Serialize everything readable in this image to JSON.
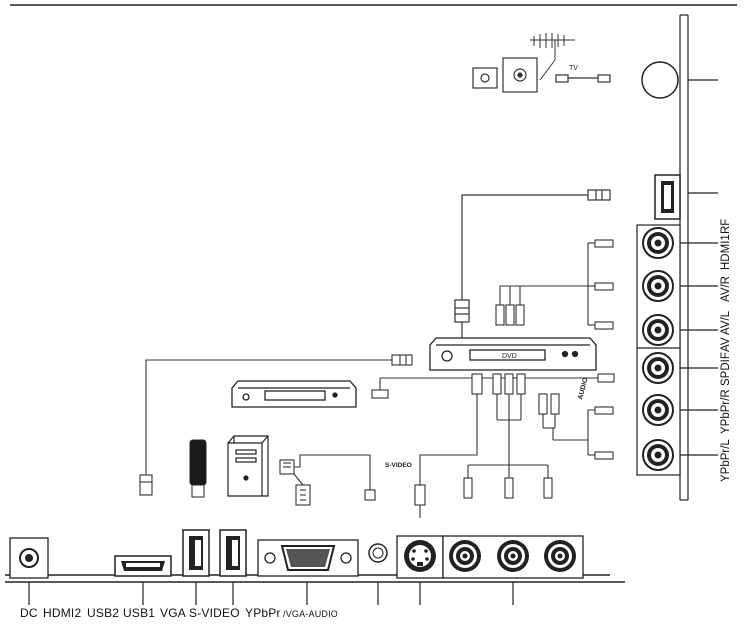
{
  "bottom_labels": {
    "dc": "DC",
    "hdmi2": "HDMI2",
    "usb2": "USB2",
    "usb1": "USB1",
    "vga": "VGA",
    "svideo": "S-VIDEO",
    "ypbpr": "YPbPr",
    "vga_audio": "/VGA-AUDIO"
  },
  "right_labels": {
    "ypbpr_l": "YPbPr/L",
    "ypbpr_r": "YPbPr/R",
    "spdif": "SPDIF",
    "av": "AV",
    "av_l": "AV/L",
    "av_r": "AV/R",
    "hdmi1": "HDMI1",
    "rf": "RF"
  },
  "device_labels": {
    "tv_antenna": "TV",
    "dvd": "DVD",
    "s_video_cable": "S-VIDEO",
    "audio_tag": "AUDIO"
  }
}
